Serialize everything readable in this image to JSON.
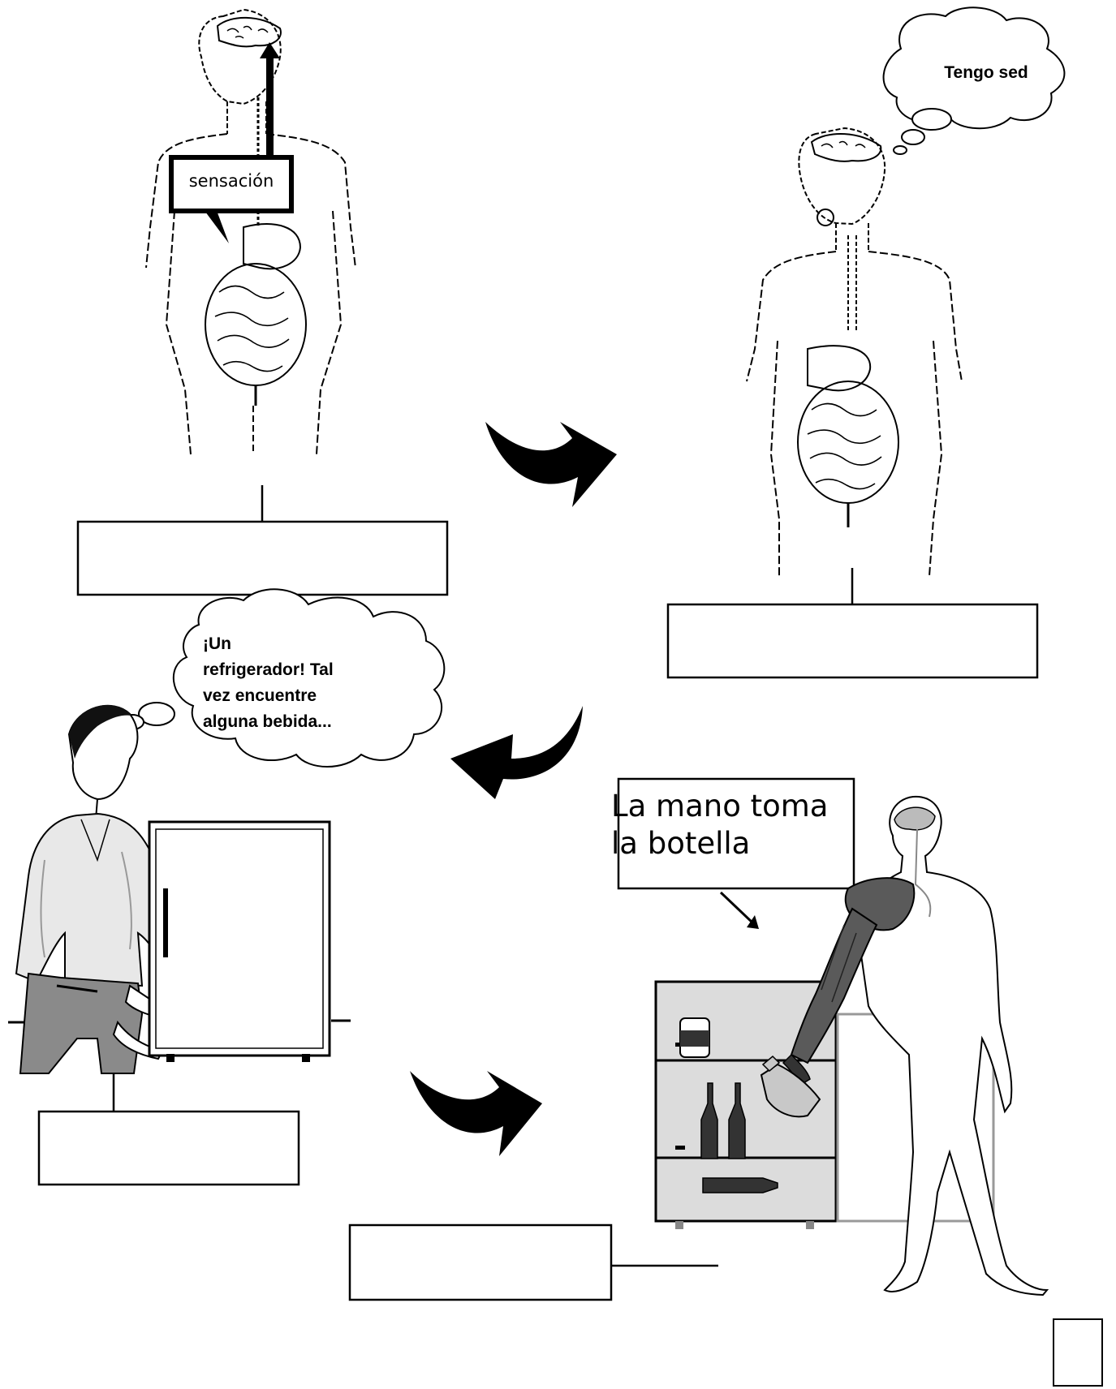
{
  "panels": {
    "stomach_body": {
      "callout": "sensación"
    },
    "thinking_body": {
      "thought": "Tengo sed"
    },
    "man_refrigerator": {
      "thought_lines": [
        "¡Un",
        "refrigerador! Tal",
        "vez encuentre",
        "alguna bebida..."
      ]
    },
    "hand_bottle": {
      "callout_lines": [
        "La mano toma",
        "la botella"
      ]
    }
  },
  "colors": {
    "ink": "#000000",
    "muscle": "#5a5a5a",
    "shirt": "#e8e8e8",
    "pants": "#8a8a8a",
    "fridge_interior": "#dcdcdc"
  }
}
